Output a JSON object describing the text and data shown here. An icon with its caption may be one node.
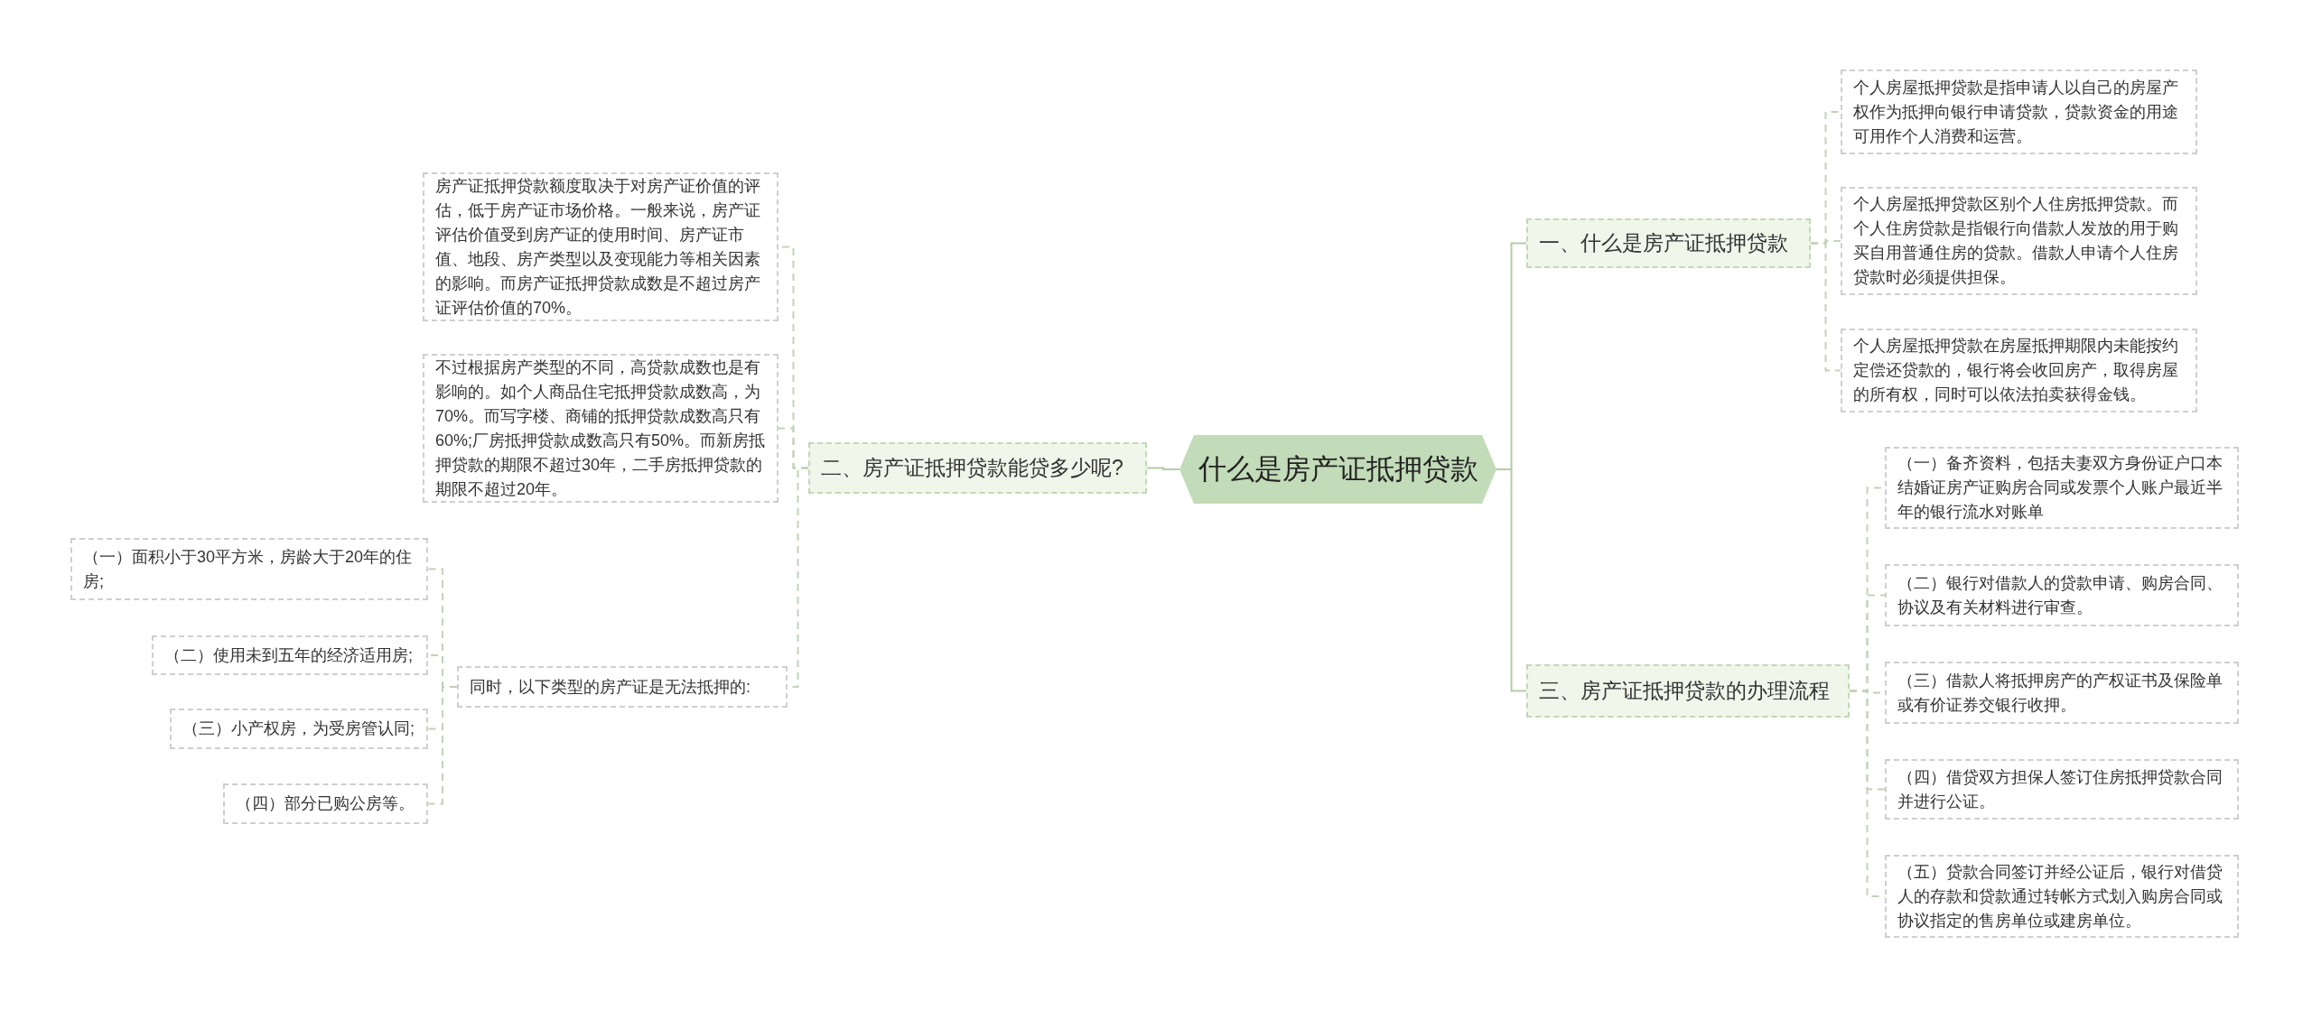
{
  "diagram": {
    "nodes": [
      {
        "text": [
          "什么是房产证抵押贷款"
        ]
      },
      {
        "text": [
          "一、什么是房产证抵押贷款"
        ]
      },
      {
        "text": [
          "个人房屋抵押贷款是指申请人以自己的房屋产权作为抵押向银行申请贷款，贷款资金的用途可用作个人消费和运营。"
        ]
      },
      {
        "text": [
          "个人房屋抵押贷款区别个人住房抵押贷款。而个人住房贷款是指银行向借款人发放的用于购买自用普通住房的贷款。借款人申请个人住房贷款时必须提供担保。"
        ]
      },
      {
        "text": [
          "个人房屋抵押贷款在房屋抵押期限内未能按约定偿还贷款的，银行将会收回房产，取得房屋的所有权，同时可以依法拍卖获得金钱。"
        ]
      },
      {
        "text": [
          "二、房产证抵押贷款能贷多少呢?"
        ]
      },
      {
        "text": [
          "房产证抵押贷款额度取决于对房产证价值的评估，低于房产证市场价格。一般来说，房产证评估价值受到房产证的使用时间、房产证市值、地段、房产类型以及变现能力等相关因素的影响。而房产证抵押贷款成数是不超过房产证评估价值的70%。"
        ]
      },
      {
        "text": [
          "不过根据房产类型的不同，高贷款成数也是有影响的。如个人商品住宅抵押贷款成数高，为70%。而写字楼、商铺的抵押贷款成数高只有60%;厂房抵押贷款成数高只有50%。而新房抵押贷款的期限不超过30年，二手房抵押贷款的期限不超过20年。"
        ]
      },
      {
        "text": [
          "同时，以下类型的房产证是无法抵押的:"
        ]
      },
      {
        "text": [
          "（一）面积小于30平方米，房龄大于20年的住房;"
        ]
      },
      {
        "text": [
          "（二）使用未到五年的经济适用房;"
        ]
      },
      {
        "text": [
          "（三）小产权房，为受房管认同;"
        ]
      },
      {
        "text": [
          "（四）部分已购公房等。"
        ]
      },
      {
        "text": [
          "三、房产证抵押贷款的办理流程"
        ]
      },
      {
        "text": [
          "（一）备齐资料，包括夫妻双方身份证户口本结婚证房产证购房合同或发票个人账户最近半年的银行流水对账单"
        ]
      },
      {
        "text": [
          "（二）银行对借款人的贷款申请、购房合同、协议及有关材料进行审查。"
        ]
      },
      {
        "text": [
          "（三）借款人将抵押房产的产权证书及保险单或有价证券交银行收押。"
        ]
      },
      {
        "text": [
          "（四）借贷双方担保人签订住房抵押贷款合同并进行公证。"
        ]
      },
      {
        "text": [
          "（五）贷款合同签订并经公证后，银行对借贷人的存款和贷款通过转帐方式划入购房合同或协议指定的售房单位或建房单位。"
        ]
      }
    ],
    "edges": [
      {
        "from": 0,
        "to": 1,
        "arrow": "none"
      },
      {
        "from": 0,
        "to": 5,
        "arrow": "none"
      },
      {
        "from": 0,
        "to": 13,
        "arrow": "none"
      },
      {
        "from": 1,
        "to": 2,
        "arrow": "none",
        "style": "dashed"
      },
      {
        "from": 1,
        "to": 3,
        "arrow": "none",
        "style": "dashed"
      },
      {
        "from": 1,
        "to": 4,
        "arrow": "none",
        "style": "dashed"
      },
      {
        "from": 5,
        "to": 6,
        "arrow": "none",
        "style": "dashed"
      },
      {
        "from": 5,
        "to": 7,
        "arrow": "none",
        "style": "dashed"
      },
      {
        "from": 5,
        "to": 8,
        "arrow": "none",
        "style": "dashed"
      },
      {
        "from": 8,
        "to": 9,
        "arrow": "none",
        "style": "dashed"
      },
      {
        "from": 8,
        "to": 10,
        "arrow": "none",
        "style": "dashed"
      },
      {
        "from": 8,
        "to": 11,
        "arrow": "none",
        "style": "dashed"
      },
      {
        "from": 8,
        "to": 12,
        "arrow": "none",
        "style": "dashed"
      },
      {
        "from": 13,
        "to": 14,
        "arrow": "none",
        "style": "dashed"
      },
      {
        "from": 13,
        "to": 15,
        "arrow": "none",
        "style": "dashed"
      },
      {
        "from": 13,
        "to": 16,
        "arrow": "none",
        "style": "dashed"
      },
      {
        "from": 13,
        "to": 17,
        "arrow": "none",
        "style": "dashed"
      },
      {
        "from": 13,
        "to": 18,
        "arrow": "none",
        "style": "dashed"
      }
    ]
  }
}
